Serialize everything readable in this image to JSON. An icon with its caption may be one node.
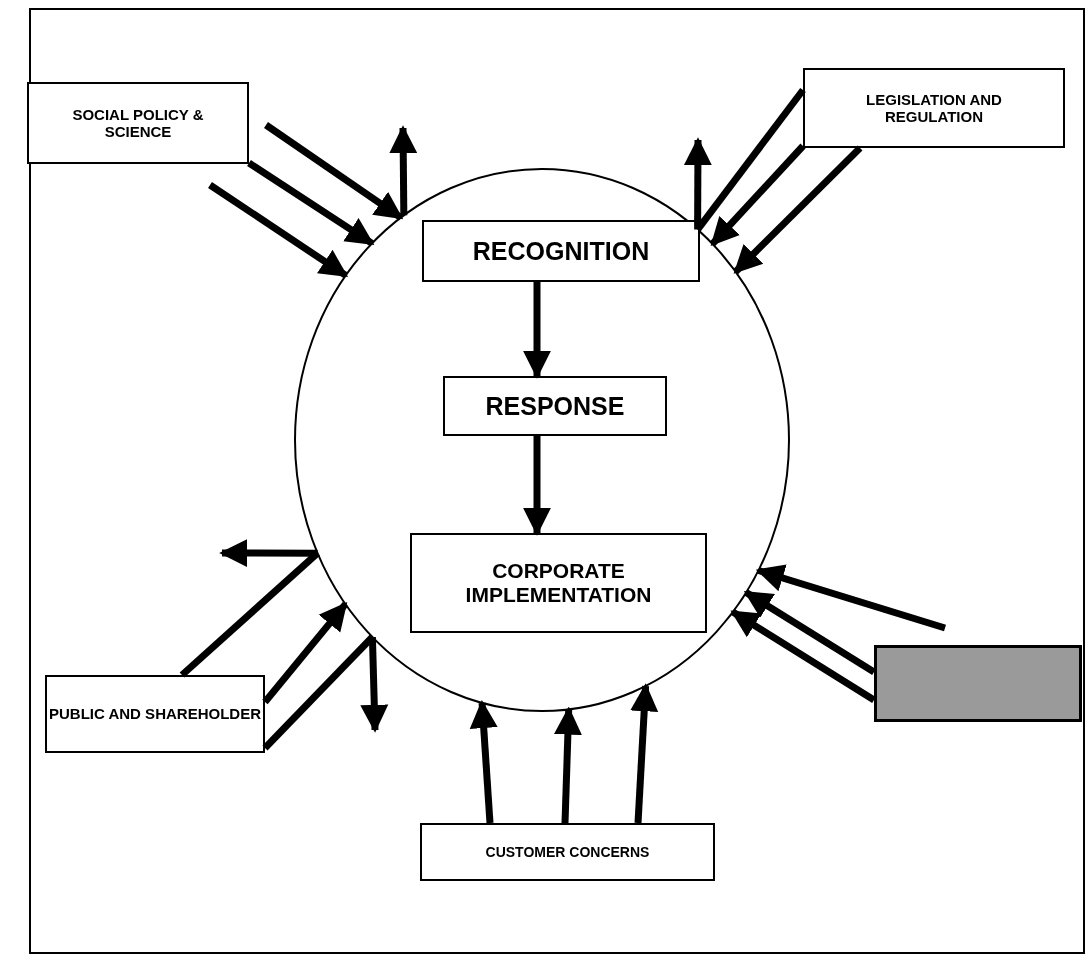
{
  "diagram": {
    "nodes": [
      {
        "text": [
          "SOCIAL POLICY & SCIENCE"
        ]
      },
      {
        "text": [
          "LEGISLATION AND REGULATION"
        ]
      },
      {
        "text": [],
        "shape": "circle"
      },
      {
        "text": [
          "RECOGNITION"
        ],
        "in": 2
      },
      {
        "text": [
          "RESPONSE"
        ],
        "in": 2
      },
      {
        "text": [
          "CORPORATE IMPLEMENTATION"
        ],
        "in": 2
      },
      {
        "text": [
          "PUBLIC AND SHAREHOLDER"
        ]
      },
      {
        "text": [],
        "shape": "box"
      },
      {
        "text": [
          "CUSTOMER CONCERNS"
        ]
      }
    ],
    "edges": [
      {
        "from": null,
        "to": 2,
        "arrow": "to"
      },
      {
        "from": 0,
        "to": 2,
        "arrow": "to"
      },
      {
        "from": null,
        "to": 2,
        "arrow": "to"
      },
      {
        "from": 2,
        "to": null,
        "arrow": "to"
      },
      {
        "from": 1,
        "to": 2,
        "arrow": "none"
      },
      {
        "from": 2,
        "to": null,
        "arrow": "to"
      },
      {
        "from": 1,
        "to": 2,
        "arrow": "to"
      },
      {
        "from": 1,
        "to": 2,
        "arrow": "to"
      },
      {
        "from": 3,
        "to": 4,
        "arrow": "to"
      },
      {
        "from": 4,
        "to": 5,
        "arrow": "to"
      },
      {
        "from": 6,
        "to": 2,
        "arrow": "none"
      },
      {
        "from": 2,
        "to": null,
        "arrow": "to"
      },
      {
        "from": 6,
        "to": 2,
        "arrow": "to"
      },
      {
        "from": 6,
        "to": 2,
        "arrow": "none"
      },
      {
        "from": 2,
        "to": null,
        "arrow": "to"
      },
      {
        "from": null,
        "to": 2,
        "arrow": "to"
      },
      {
        "from": 7,
        "to": 2,
        "arrow": "to"
      },
      {
        "from": 7,
        "to": 2,
        "arrow": "to"
      },
      {
        "from": 8,
        "to": 2,
        "arrow": "to"
      },
      {
        "from": 8,
        "to": 2,
        "arrow": "to"
      },
      {
        "from": 8,
        "to": 2,
        "arrow": "to"
      }
    ]
  }
}
